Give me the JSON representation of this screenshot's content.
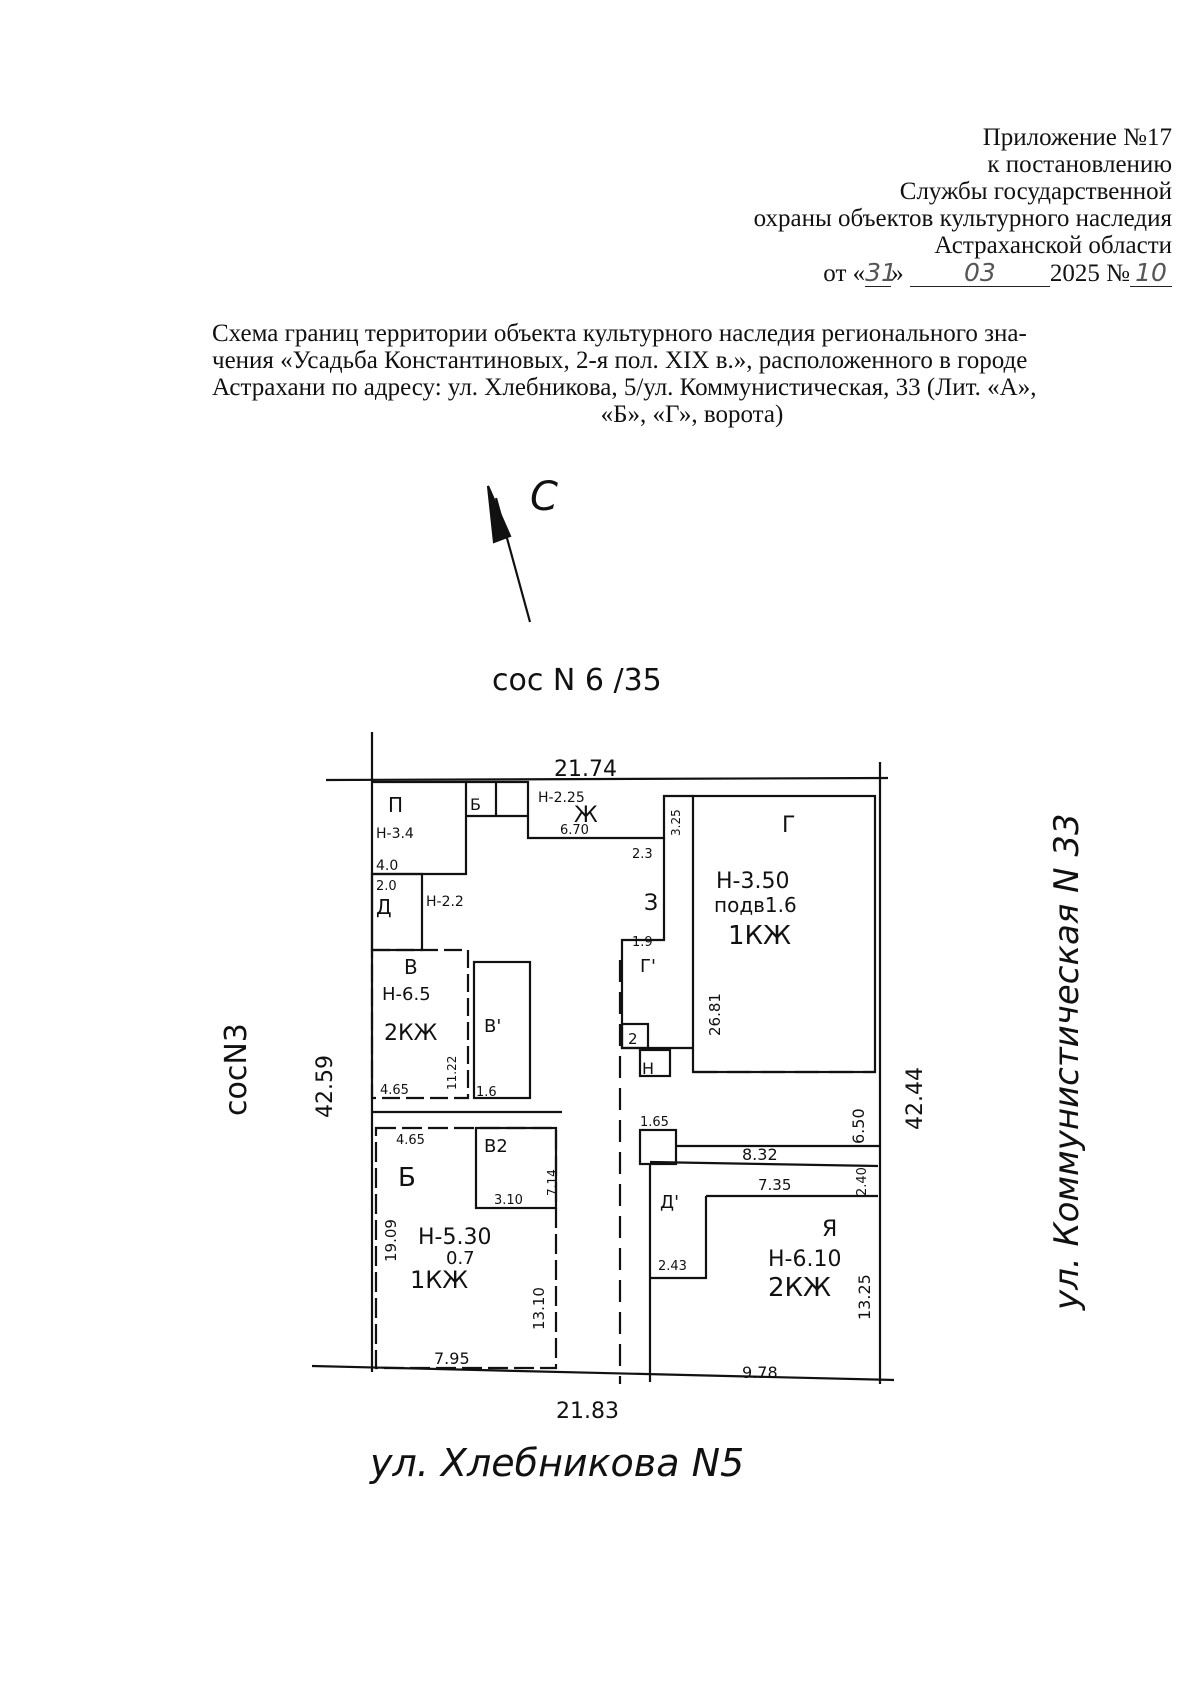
{
  "header": {
    "line1": "Приложение №17",
    "line2": "к постановлению",
    "line3": "Службы государственной",
    "line4": "охраны объектов культурного наследия",
    "line5": "Астраханской области",
    "date_prefix": "от «",
    "date_day": "31",
    "date_mid": "»",
    "date_month": "03",
    "date_year": "2025 №",
    "number": "10"
  },
  "title": {
    "line1": "Схема границ территории объекта культурного наследия регионального зна-",
    "line2": "чения «Усадьба Константиновых, 2-я пол. XIX в.», расположенного в городе",
    "line3": "Астрахани по адресу: ул. Хлебникова, 5/ул. Коммунистическая, 33 (Лит. «А»,",
    "line4": "«Б», «Г», ворота)"
  },
  "plan": {
    "north": "С",
    "neighbor_top": "соc N 6 /35",
    "neighbor_left": "соcN3",
    "street_right": "ул. Коммунистическая N 33",
    "street_bottom": "ул. Хлебникова N5",
    "dims": {
      "top": "21.74",
      "bottom": "21.83",
      "left": "42.59",
      "right": "42.44",
      "d_bottom_left": "7.95",
      "d_bottom_right": "9.78",
      "d_8_32": "8.32",
      "d_7_35": "7.35",
      "d_6_50": "6.50",
      "d_26_81": "26.81",
      "d_13_25": "13.25",
      "d_19_09": "19.09",
      "d_13_10": "13.10",
      "d_6_70": "6.70",
      "d_2_40": "2.40",
      "d_4_65a": "4.65",
      "d_4_65b": "4.65",
      "d_3_10": "3.10",
      "d_4_0": "4.0",
      "d_1_6": "1.6",
      "d_1_65": "1.65",
      "d_2_43": "2.43",
      "d_11_22": "11.22",
      "d_7_14": "7.14",
      "d_2_3": "2.3",
      "d_1_9": "1.9",
      "d_3_25": "3.25",
      "d_2_0": "2.0"
    },
    "buildings": {
      "G_letter": "Г",
      "G_h": "Н-3.50",
      "G_basement": "подв1.6",
      "G_type": "1КЖ",
      "B_letter": "В",
      "B_h": "Н-6.5",
      "B_type": "2КЖ",
      "Bv_letter": "Б",
      "Bv_h": "Н-5.30",
      "Bv_sub": "0.7",
      "Bv_type": "1КЖ",
      "Ya_letter": "Я",
      "Ya_h": "Н-6.10",
      "Ya_type": "2КЖ",
      "Zh_letter": "Ж",
      "Zh_h": "Н-2.25",
      "P_letter": "П",
      "P_h": "Н-3.4",
      "D_letter": "Д",
      "D_h": "Н-2.2",
      "Z_letter": "З",
      "B1_letter": "В'",
      "B2_letter": "В2",
      "Gp_letter": "Г'",
      "Dp_letter": "Д'",
      "Nb_letter": "Н",
      "small_2": "2",
      "small_B": "Б"
    }
  }
}
